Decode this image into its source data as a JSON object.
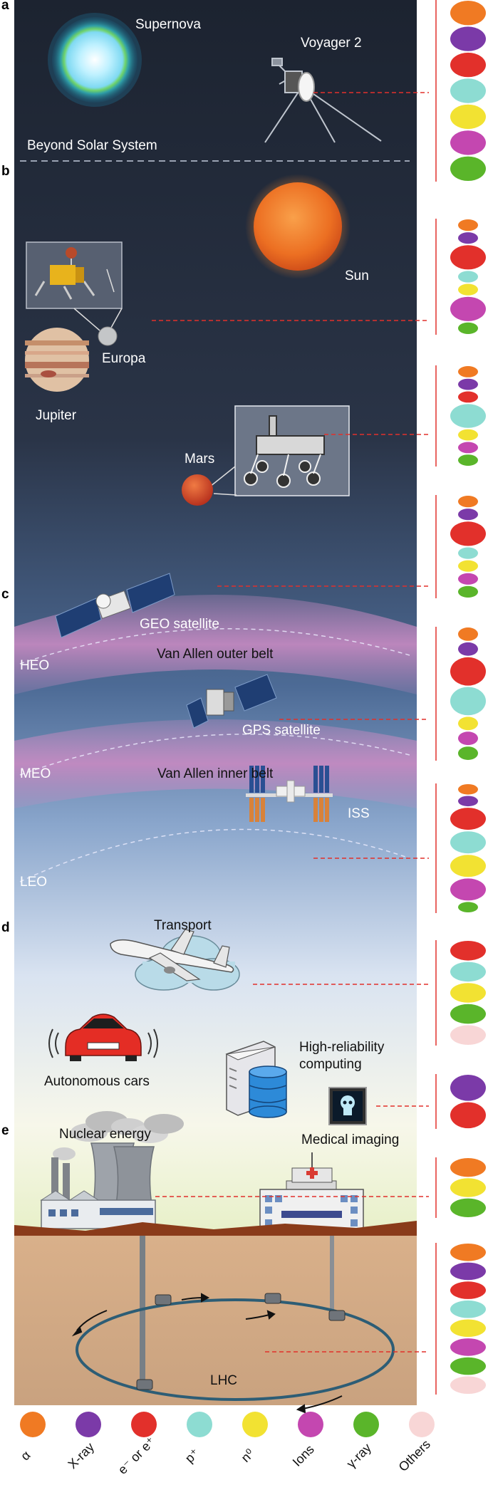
{
  "panels": {
    "a": "a",
    "b": "b",
    "c": "c",
    "d": "d",
    "e": "e"
  },
  "labels": {
    "supernova": "Supernova",
    "voyager": "Voyager 2",
    "beyond": "Beyond Solar System",
    "sun": "Sun",
    "europa": "Europa",
    "jupiter": "Jupiter",
    "mars": "Mars",
    "geo": "GEO satellite",
    "heo": "HEO",
    "outer_belt": "Van Allen outer belt",
    "gps": "GPS satellite",
    "meo": "MEO",
    "inner_belt": "Van Allen inner belt",
    "iss": "ISS",
    "leo": "LEO",
    "transport": "Transport",
    "cars": "Autonomous cars",
    "computing1": "High-reliability",
    "computing2": "computing",
    "medical": "Medical imaging",
    "nuclear": "Nuclear energy",
    "lhc": "LHC"
  },
  "legend": [
    {
      "key": "alpha",
      "label": "α",
      "color": "#f07a23"
    },
    {
      "key": "xray",
      "label": "X-ray",
      "color": "#7b3aa8"
    },
    {
      "key": "electron",
      "label": "e⁻ or e⁺",
      "color": "#e2302b"
    },
    {
      "key": "proton",
      "label": "p⁺",
      "color": "#8ddcd2"
    },
    {
      "key": "neutron",
      "label": "n⁰",
      "color": "#f2e232"
    },
    {
      "key": "ions",
      "label": "Ions",
      "color": "#c447b0"
    },
    {
      "key": "gamma",
      "label": "γ-ray",
      "color": "#5ab52a"
    },
    {
      "key": "others",
      "label": "Others",
      "color": "#f8d6d6"
    }
  ],
  "stacks": [
    {
      "name": "beyond",
      "items": [
        [
          "alpha",
          1
        ],
        [
          "xray",
          1
        ],
        [
          "electron",
          1
        ],
        [
          "proton",
          1
        ],
        [
          "neutron",
          1
        ],
        [
          "ions",
          1
        ],
        [
          "gamma",
          1
        ]
      ]
    },
    {
      "name": "sun-europa",
      "items": [
        [
          "alpha",
          0.5
        ],
        [
          "xray",
          0.5
        ],
        [
          "electron",
          1
        ],
        [
          "proton",
          0.5
        ],
        [
          "neutron",
          0.5
        ],
        [
          "ions",
          1
        ],
        [
          "gamma",
          0.5
        ]
      ]
    },
    {
      "name": "mars",
      "items": [
        [
          "alpha",
          0.5
        ],
        [
          "xray",
          0.5
        ],
        [
          "electron",
          0.5
        ],
        [
          "proton",
          1
        ],
        [
          "neutron",
          0.5
        ],
        [
          "ions",
          0.5
        ],
        [
          "gamma",
          0.5
        ]
      ]
    },
    {
      "name": "geo",
      "items": [
        [
          "alpha",
          0.5
        ],
        [
          "xray",
          0.5
        ],
        [
          "electron",
          1
        ],
        [
          "proton",
          0.5
        ],
        [
          "neutron",
          0.5
        ],
        [
          "ions",
          0.5
        ],
        [
          "gamma",
          0.5
        ]
      ]
    },
    {
      "name": "gps",
      "items": [
        [
          "alpha",
          0.5
        ],
        [
          "xray",
          0.5
        ],
        [
          "electron",
          1
        ],
        [
          "proton",
          1
        ],
        [
          "neutron",
          0.5
        ],
        [
          "ions",
          0.5
        ],
        [
          "gamma",
          0.5
        ]
      ]
    },
    {
      "name": "iss",
      "items": [
        [
          "alpha",
          0.5
        ],
        [
          "xray",
          0.5
        ],
        [
          "electron",
          1
        ],
        [
          "proton",
          1
        ],
        [
          "neutron",
          1
        ],
        [
          "ions",
          1
        ],
        [
          "gamma",
          0.5
        ]
      ]
    },
    {
      "name": "transport",
      "items": [
        [
          "electron",
          1
        ],
        [
          "proton",
          1
        ],
        [
          "neutron",
          1
        ],
        [
          "gamma",
          1
        ],
        [
          "others",
          1
        ]
      ]
    },
    {
      "name": "medical",
      "items": [
        [
          "xray",
          1
        ],
        [
          "electron",
          1
        ]
      ]
    },
    {
      "name": "nuclear",
      "items": [
        [
          "alpha",
          1
        ],
        [
          "neutron",
          1
        ],
        [
          "gamma",
          1
        ]
      ]
    },
    {
      "name": "lhc",
      "items": [
        [
          "alpha",
          1
        ],
        [
          "xray",
          1
        ],
        [
          "electron",
          1
        ],
        [
          "proton",
          1
        ],
        [
          "neutron",
          1
        ],
        [
          "ions",
          1
        ],
        [
          "gamma",
          1
        ],
        [
          "others",
          1
        ]
      ]
    }
  ]
}
